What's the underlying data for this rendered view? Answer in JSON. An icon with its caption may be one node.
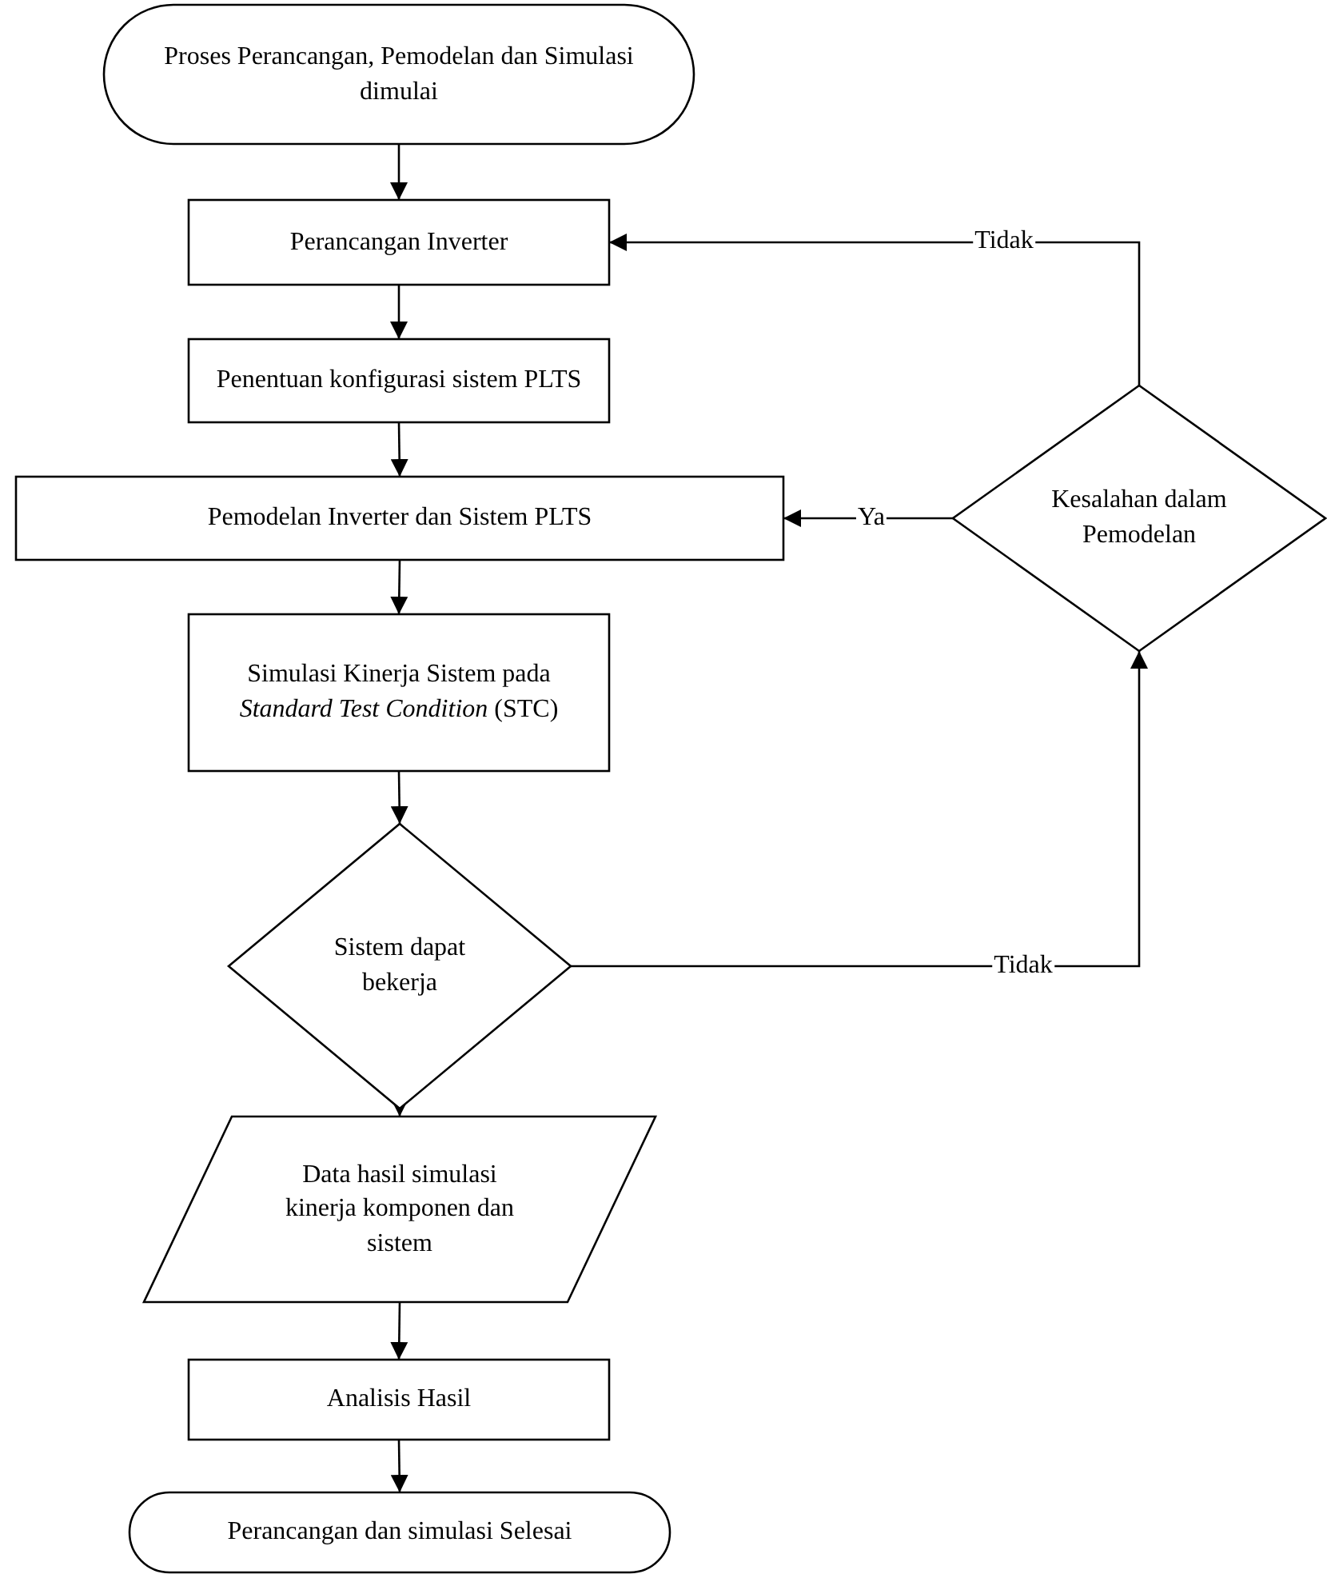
{
  "diagram": {
    "nodes": [
      {
        "text": [
          "Proses Perancangan, Pemodelan dan Simulasi dimulai"
        ]
      },
      {
        "text": [
          "Perancangan Inverter"
        ]
      },
      {
        "text": [
          "Penentuan konfigurasi sistem PLTS"
        ]
      },
      {
        "text": [
          "Pemodelan Inverter dan Sistem PLTS"
        ]
      },
      {
        "text": [
          "Simulasi Kinerja Sistem pada *Standard Test Condition* (STC)"
        ]
      },
      {
        "text": [
          "Sistem dapat bekerja"
        ]
      },
      {
        "text": [
          "Data hasil simulasi kinerja komponen dan sistem"
        ]
      },
      {
        "text": [
          "Analisis Hasil"
        ]
      },
      {
        "text": [
          "Perancangan dan simulasi Selesai"
        ]
      },
      {
        "text": [
          "Kesalahan dalam Pemodelan"
        ]
      }
    ],
    "edges": [
      {
        "from": 0,
        "to": 1,
        "arrow": "to"
      },
      {
        "from": 1,
        "to": 2,
        "arrow": "to"
      },
      {
        "from": 2,
        "to": 3,
        "arrow": "to"
      },
      {
        "from": 3,
        "to": 4,
        "arrow": "to"
      },
      {
        "from": 4,
        "to": 5,
        "arrow": "to"
      },
      {
        "from": 5,
        "to": 6,
        "arrow": "to"
      },
      {
        "from": 6,
        "to": 7,
        "arrow": "to"
      },
      {
        "from": 7,
        "to": 8,
        "arrow": "to"
      },
      {
        "from": 5,
        "to": 9,
        "arrow": "to",
        "label": "Tidak"
      },
      {
        "from": 9,
        "to": 3,
        "arrow": "to",
        "label": "Ya"
      },
      {
        "from": 9,
        "to": 1,
        "arrow": "to",
        "label": "Tidak"
      }
    ]
  }
}
